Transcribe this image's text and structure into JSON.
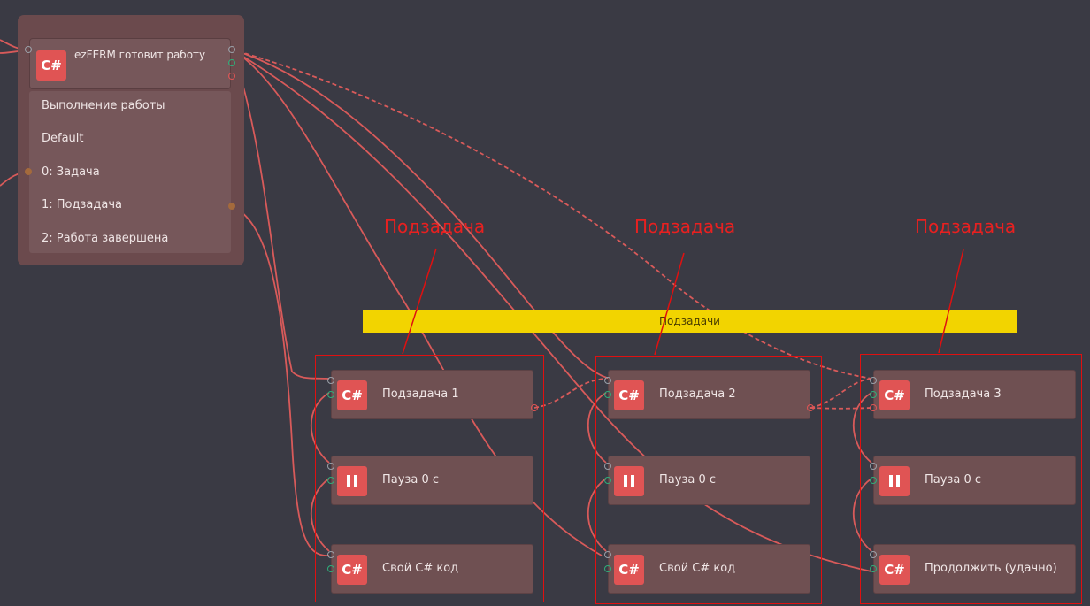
{
  "main_node": {
    "badge": "C#",
    "title": "ezFERM готовит работу",
    "outputs": [
      "Выполнение работы",
      "Default",
      "0: Задача",
      "1: Подзадача",
      "2: Работа завершена"
    ]
  },
  "group_bar": {
    "label": "Подзадачи",
    "color": "#f2d400"
  },
  "columns": [
    {
      "annotation": "Подзадача",
      "nodes": [
        {
          "badge": "C#",
          "type": "code",
          "label": "Подзадача 1"
        },
        {
          "badge": "pause",
          "type": "pause",
          "label": "Пауза 0 с"
        },
        {
          "badge": "C#",
          "type": "code",
          "label": "Свой C# код"
        }
      ]
    },
    {
      "annotation": "Подзадача",
      "nodes": [
        {
          "badge": "C#",
          "type": "code",
          "label": "Подзадача 2"
        },
        {
          "badge": "pause",
          "type": "pause",
          "label": "Пауза 0 с"
        },
        {
          "badge": "C#",
          "type": "code",
          "label": "Свой C# код"
        }
      ]
    },
    {
      "annotation": "Подзадача",
      "nodes": [
        {
          "badge": "C#",
          "type": "code",
          "label": "Подзадача 3"
        },
        {
          "badge": "pause",
          "type": "pause",
          "label": "Пауза 0 с"
        },
        {
          "badge": "C#",
          "type": "code",
          "label": "Продолжить (удачно)"
        }
      ]
    }
  ],
  "colors": {
    "canvas": "#3a3a44",
    "wire": "#d85a5a",
    "annotation": "#e01010",
    "badge": "#e05454"
  }
}
